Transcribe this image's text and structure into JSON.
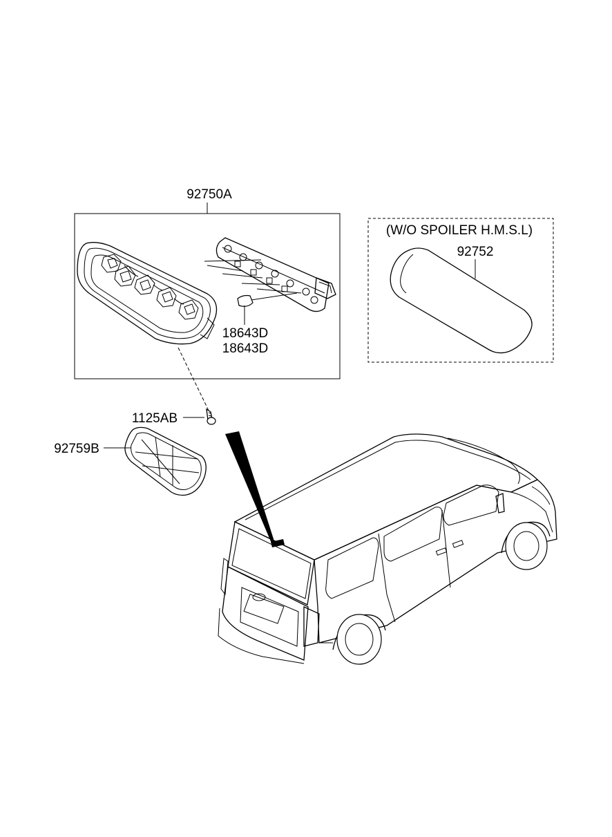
{
  "parts": {
    "assembly": "92750A",
    "bulb_1": "18643D",
    "bulb_2": "18643D",
    "screw": "1125AB",
    "cover": "92759B",
    "alt_lamp": "92752"
  },
  "variant_box": {
    "caption": "(W/O SPOILER H.M.S.L)"
  }
}
